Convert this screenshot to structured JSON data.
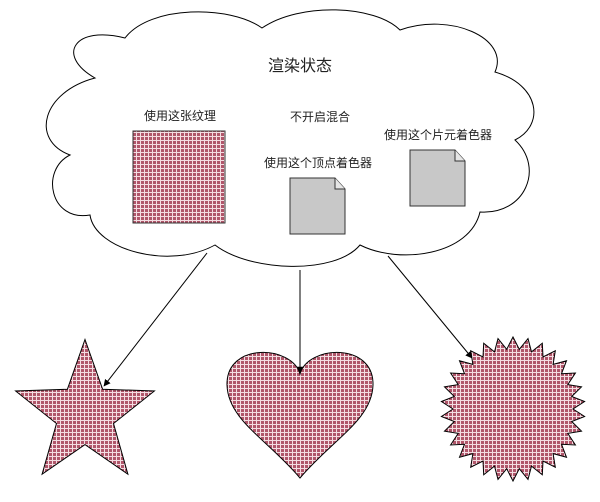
{
  "cloud": {
    "title": "渲染状态",
    "texture_label": "使用这张纹理",
    "blend_label": "不开启混合",
    "vertex_shader_label": "使用这个顶点着色器",
    "fragment_shader_label": "使用这个片元着色器"
  },
  "shapes": {
    "star": "star-shape",
    "heart": "heart-shape",
    "burst": "burst-shape"
  },
  "colors": {
    "texture_fill": "#b0566a",
    "texture_grid": "#ffffff",
    "document_fill": "#c8c8c8",
    "outline": "#000000",
    "background": "#ffffff"
  }
}
